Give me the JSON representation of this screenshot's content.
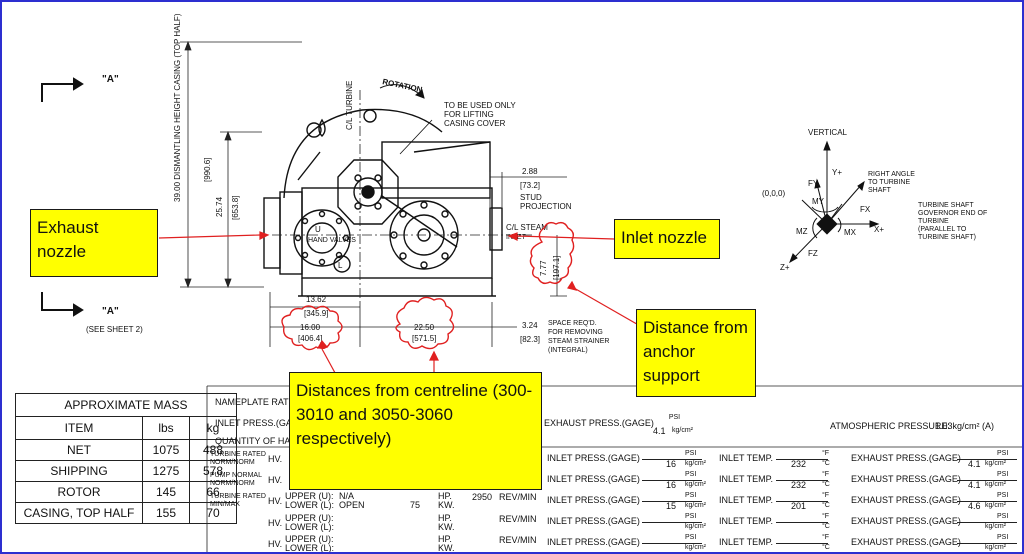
{
  "view_marks": {
    "section_a": "\"A\"",
    "section_a_bottom": "\"A\"",
    "see_sheet": "(SEE SHEET 2)"
  },
  "dimensions": {
    "dismantling": "39.00 DISMANTLING HEIGHT CASING (TOP HALF)",
    "dismantling_mm": "[990.6]",
    "height": "25.74",
    "height_mm": "[653.8]",
    "d_1362": "13.62",
    "d_1362_mm": "[345.9]",
    "d_1600": "16.00",
    "d_1600_mm": "[406.4]",
    "d_2250": "22.50",
    "d_2250_mm": "[571.5]",
    "d_324": "3.24",
    "d_324_mm": "[82.3]",
    "d_288": "2.88",
    "d_288_mm": "[73.2]",
    "d_777": "7.77",
    "d_777_mm": "[197.1]"
  },
  "labels": {
    "cl_turbine": "C/L TURBINE",
    "rotation": "ROTATION",
    "lifting": [
      "TO BE USED ONLY",
      "FOR LIFTING",
      "CASING COVER"
    ],
    "stud": [
      "STUD",
      "PROJECTION"
    ],
    "cl_steam": [
      "C/L STEAM",
      "INLET"
    ],
    "hand_valves": "HAND VALVES",
    "u": "U",
    "l": "L",
    "space_req": [
      "SPACE REQ'D.",
      "FOR REMOVING",
      "STEAM STRAINER",
      "(INTEGRAL)"
    ]
  },
  "axes": {
    "vertical": "VERTICAL",
    "y_plus": "Y+",
    "fy": "FY",
    "origin": "(0,0,0)",
    "my": "MY",
    "fx": "FX",
    "mx": "MX",
    "x_plus": "X+",
    "mz": "MZ",
    "fz": "FZ",
    "z_plus": "Z+",
    "right_angle": [
      "RIGHT ANGLE",
      "TO TURBINE",
      "SHAFT"
    ],
    "shaft": [
      "TURBINE SHAFT",
      "GOVERNOR END OF",
      "TURBINE",
      "(PARALLEL TO",
      "TURBINE SHAFT)"
    ]
  },
  "annotations": {
    "exhaust": "Exhaust nozzle",
    "inlet": "Inlet nozzle",
    "anchor": "Distance from anchor support",
    "centreline": "Distances from centreline (300-3010 and 3050-3060 respectively)"
  },
  "mass_table": {
    "title": "APPROXIMATE MASS",
    "headers": [
      "ITEM",
      "lbs",
      "kg"
    ],
    "rows": [
      {
        "item": "NET",
        "lbs": "1075",
        "kg": "488"
      },
      {
        "item": "SHIPPING",
        "lbs": "1275",
        "kg": "578"
      },
      {
        "item": "ROTOR",
        "lbs": "145",
        "kg": "66"
      },
      {
        "item": "CASING, TOP HALF",
        "lbs": "155",
        "kg": "70"
      }
    ]
  },
  "nameplate": {
    "title": "NAMEPLATE RATING",
    "inlet_press": "INLET PRESS.(GAGE)",
    "exhaust_press": "EXHAUST PRESS.(GAGE)",
    "exhaust_value": "4.1",
    "atmos_label": "ATMOSPHERIC PRESSURE:",
    "atmos_value": "1.03kg/cm² (A)",
    "quantity": "QUANTITY OF HAND",
    "turbine_rated": [
      "TURBINE RATED",
      "NORM/NORM"
    ],
    "pump_normal": [
      "PUMP NORMAL",
      "NORM/NORM"
    ],
    "turbine_minmax": [
      "TURBINE RATED",
      "MIN/MAX"
    ],
    "hv": "HV.",
    "upper_u": "UPPER (U):",
    "lower_l": "LOWER (L):",
    "na": "N/A",
    "open": "OPEN",
    "hp": "HP.",
    "kw": "KW.",
    "kw_value": "75",
    "hp_value": "2950",
    "rev_min": "REV/MIN",
    "rev_min_2": "REV/MIN",
    "psi": "PSI",
    "kgcm2": "kg/cm²",
    "degf": "°F",
    "degc": "°C",
    "inlet_temp": "INLET TEMP.",
    "row_inlet_press": "INLET PRESS.(GAGE)",
    "row_exhaust_press": "EXHAUST PRESS.(GAGE)",
    "rows": [
      {
        "inlet_kg": "16",
        "temp_c": "232",
        "exh_kg": "4.1"
      },
      {
        "inlet_kg": "16",
        "temp_c": "232",
        "exh_kg": "4.1"
      },
      {
        "inlet_kg": "15",
        "temp_c": "201",
        "exh_kg": "4.6"
      },
      {
        "inlet_kg": "",
        "temp_c": "",
        "exh_kg": ""
      },
      {
        "inlet_kg": "",
        "temp_c": "",
        "exh_kg": ""
      }
    ]
  }
}
